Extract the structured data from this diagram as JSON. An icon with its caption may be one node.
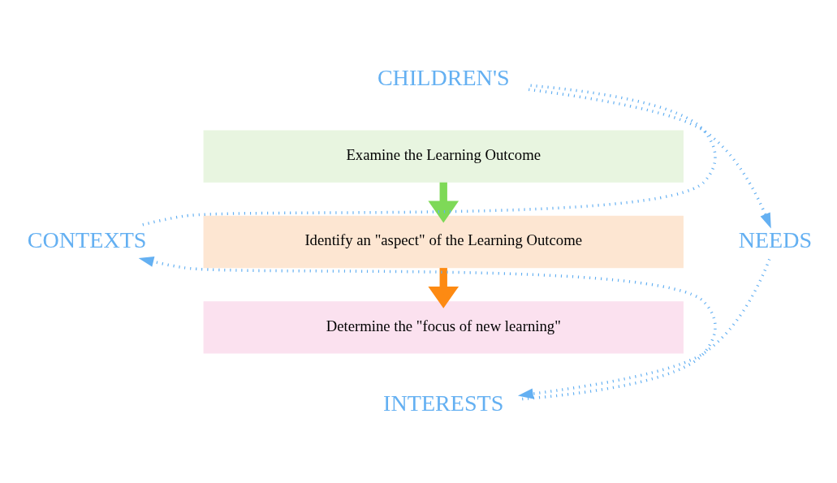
{
  "diagram": {
    "nodes": [
      {
        "text": [
          "CHILDREN'S"
        ]
      },
      {
        "text": [
          "Examine the Learning Outcome"
        ]
      },
      {
        "text": [
          "Identify an \"aspect\" of the Learning Outcome"
        ]
      },
      {
        "text": [
          "Determine the \"focus of new learning\""
        ]
      },
      {
        "text": [
          "NEEDS"
        ]
      },
      {
        "text": [
          "INTERESTS"
        ]
      },
      {
        "text": [
          "CONTEXTS"
        ]
      }
    ],
    "edges": [
      {
        "from": 1,
        "to": 2,
        "arrow": "to",
        "style": "thick",
        "color": "#7ed957"
      },
      {
        "from": 2,
        "to": 3,
        "arrow": "to",
        "style": "thick",
        "color": "#fd8a12"
      },
      {
        "from": 0,
        "to": 4,
        "arrow": "to",
        "style": "dashed"
      },
      {
        "from": 4,
        "to": 5,
        "arrow": "to",
        "style": "dashed"
      },
      {
        "from": 5,
        "to": 6,
        "arrow": "to",
        "style": "dashed"
      },
      {
        "from": 6,
        "to": 0,
        "arrow": "none",
        "style": "dashed"
      }
    ]
  }
}
